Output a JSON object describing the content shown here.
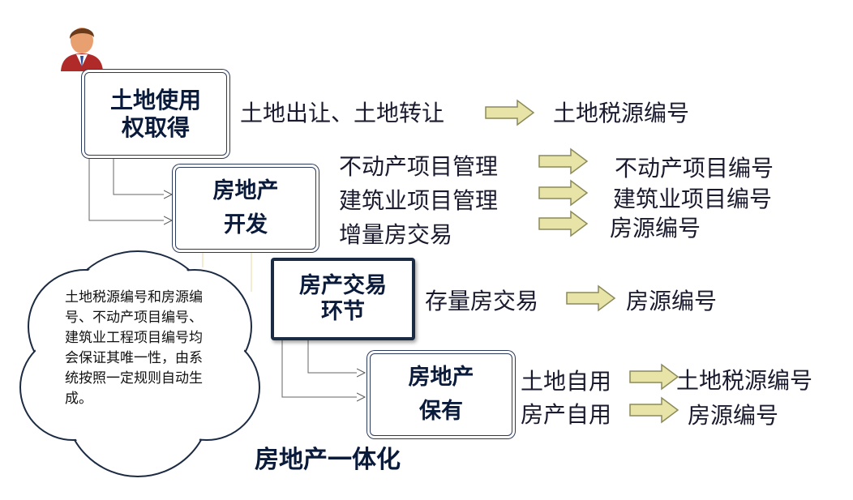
{
  "stages": {
    "land": {
      "line1": "土地使用",
      "line2": "权取得"
    },
    "develop": {
      "line1": "房地产",
      "line2": "开发"
    },
    "trade": {
      "line1": "房产交易",
      "line2": "环节"
    },
    "hold": {
      "line1": "房地产",
      "line2": "保有"
    }
  },
  "rows": {
    "land_activity": "土地出让、土地转让",
    "land_result": "土地税源编号",
    "dev_activity_1": "不动产项目管理",
    "dev_result_1": "不动产项目编号",
    "dev_activity_2": "建筑业项目管理",
    "dev_result_2": "建筑业项目编号",
    "dev_activity_3": "增量房交易",
    "dev_result_3": "房源编号",
    "trade_activity": "存量房交易",
    "trade_result": "房源编号",
    "hold_activity_1": "土地自用",
    "hold_result_1": "土地税源编号",
    "hold_activity_2": "房产自用",
    "hold_result_2": "房源编号"
  },
  "cloud_note": "土地税源编号和房源编号、不动产项目编号、建筑业工程项目编号均会保证其唯一性，由系统按照一定规则自动生成。",
  "footer_title": "房地产一体化",
  "colors": {
    "arrow_fill": "#e8e4a8",
    "arrow_stroke": "#8a8a5a",
    "box_border": "#1c2b44"
  },
  "icons": {
    "user": "person-icon"
  }
}
